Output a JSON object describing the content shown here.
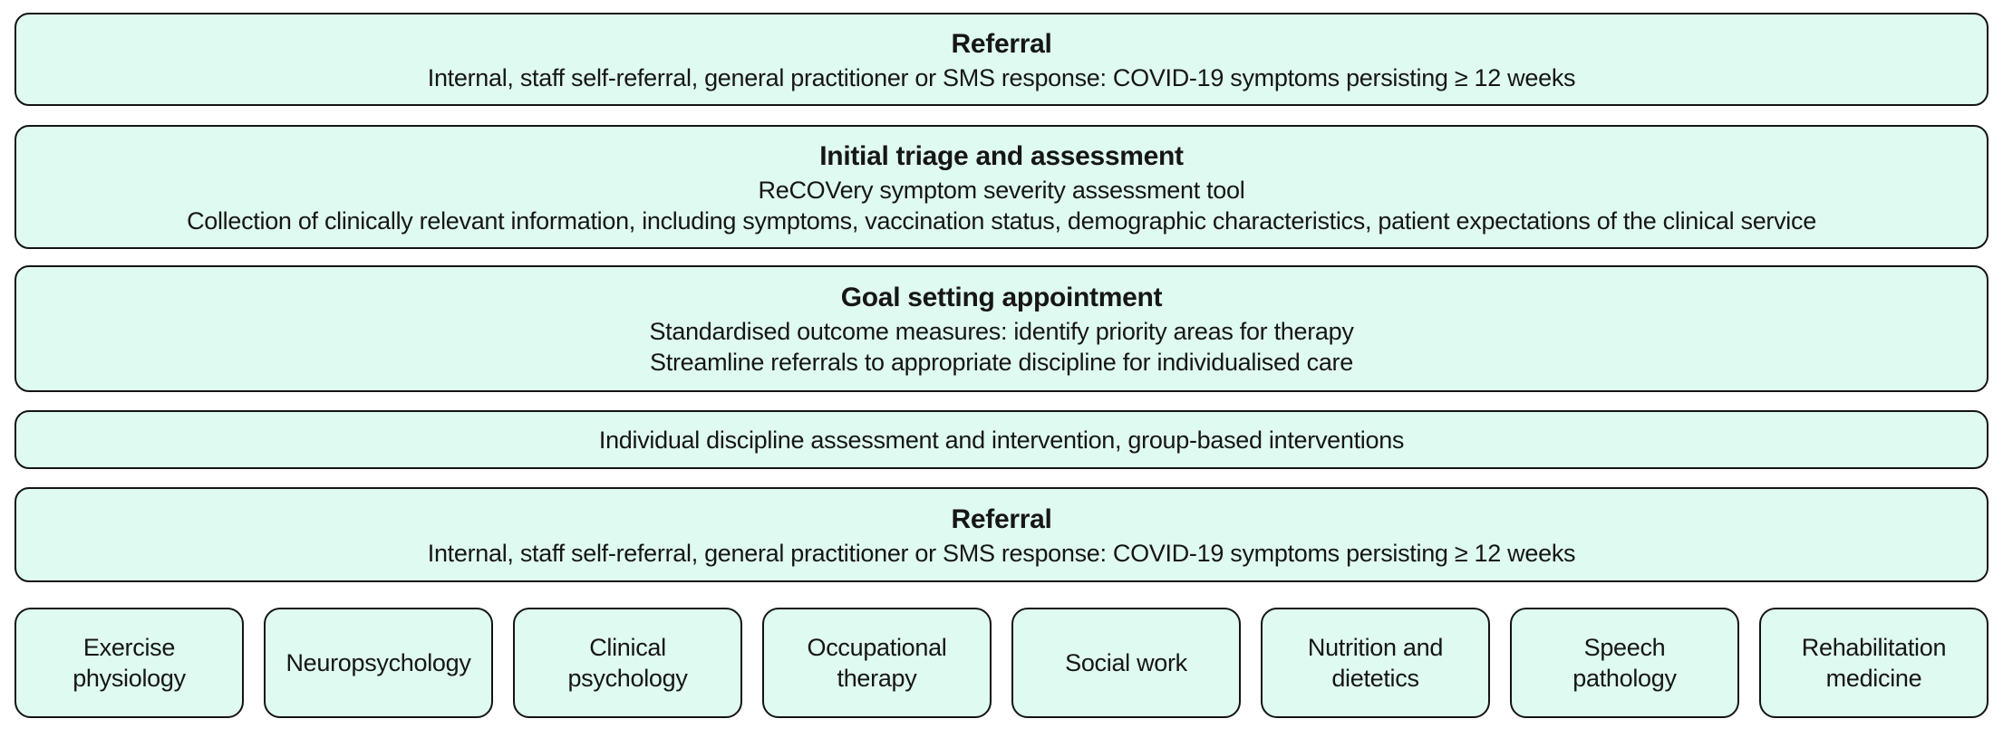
{
  "colors": {
    "box_fill": "#dffaf0",
    "box_border": "#141414",
    "text": "#161616",
    "background": "#ffffff"
  },
  "flow_boxes": [
    {
      "title": "Referral",
      "lines": [
        "Internal, staff self-referral, general practitioner or SMS response: COVID-19 symptoms persisting ≥ 12 weeks"
      ]
    },
    {
      "title": "Initial triage and assessment",
      "lines": [
        "ReCOVery symptom severity assessment tool",
        "Collection of clinically relevant information, including symptoms, vaccination status, demographic characteristics, patient expectations of the clinical service"
      ]
    },
    {
      "title": "Goal setting appointment",
      "lines": [
        "Standardised outcome measures: identify priority areas for therapy",
        "Streamline referrals to appropriate discipline for individualised care"
      ]
    },
    {
      "title": "",
      "lines": [
        "Individual discipline assessment and intervention, group-based interventions"
      ]
    },
    {
      "title": "Referral",
      "lines": [
        "Internal, staff self-referral, general practitioner or SMS response: COVID-19 symptoms persisting ≥ 12 weeks"
      ]
    }
  ],
  "discipline_boxes": [
    {
      "label": "Exercise physiology",
      "lines": [
        "Exercise",
        "physiology"
      ]
    },
    {
      "label": "Neuropsychology",
      "lines": [
        "Neuropsychology"
      ]
    },
    {
      "label": "Clinical psychology",
      "lines": [
        "Clinical",
        "psychology"
      ]
    },
    {
      "label": "Occupational therapy",
      "lines": [
        "Occupational",
        "therapy"
      ]
    },
    {
      "label": "Social work",
      "lines": [
        "Social work"
      ]
    },
    {
      "label": "Nutrition and dietetics",
      "lines": [
        "Nutrition and",
        "dietetics"
      ]
    },
    {
      "label": "Speech pathology",
      "lines": [
        "Speech",
        "pathology"
      ]
    },
    {
      "label": "Rehabilitation medicine",
      "lines": [
        "Rehabilitation",
        "medicine"
      ]
    }
  ]
}
